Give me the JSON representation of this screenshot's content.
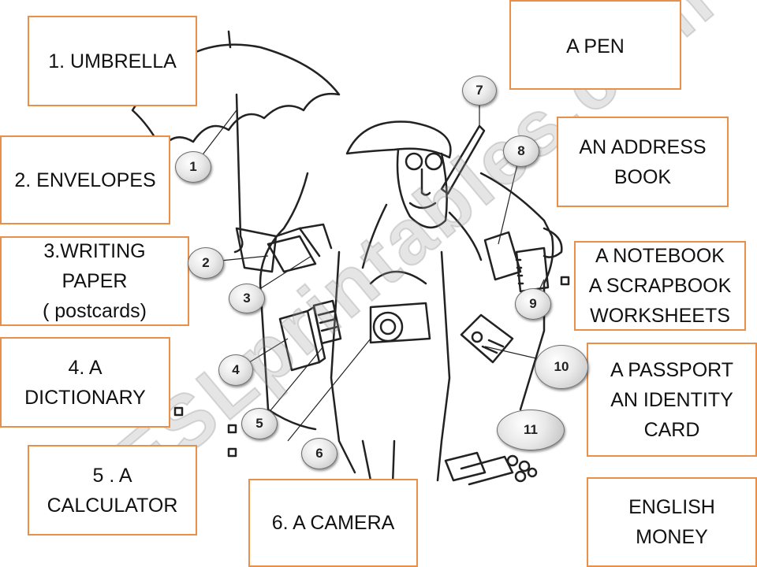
{
  "labels": {
    "umbrella": "1. UMBRELLA",
    "envelopes": "2. ENVELOPES",
    "writing_paper": "3.WRITING\nPAPER\n( postcards)",
    "dictionary": "4. A\nDICTIONARY",
    "calculator": "5 . A\nCALCULATOR",
    "camera": "6. A CAMERA",
    "pen": "A PEN",
    "address_book": "AN ADDRESS\nBOOK",
    "notebook": "A NOTEBOOK\nA SCRAPBOOK\nWORKSHEETS",
    "passport": "A PASSPORT\nAN IDENTITY\nCARD",
    "money": "ENGLISH\nMONEY"
  },
  "numbers": [
    "1",
    "2",
    "3",
    "4",
    "5",
    "6",
    "7",
    "8",
    "9",
    "10",
    "11"
  ],
  "watermark": "ESLprintables.com",
  "colors": {
    "box_border": "#e8904a",
    "line": "#222222"
  }
}
